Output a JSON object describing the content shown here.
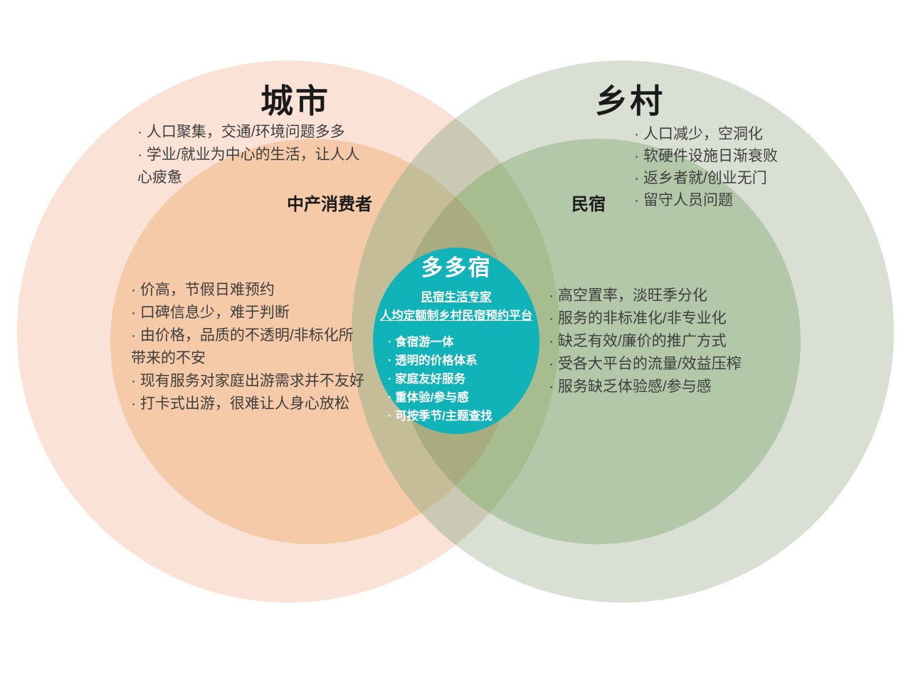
{
  "colors": {
    "background": "#FFFFFF",
    "outer_left": "#FAE3D6",
    "outer_right": "#D9E0D3",
    "outer_overlap": "#C9C9B4",
    "inner_left": "#F5CAA8",
    "inner_right": "#B2C8A8",
    "inner_left_on_green": "#C5BD97",
    "inner_right_on_peach": "#A8BD8F",
    "inner_overlap": "#A9AC7E",
    "center_teal": "#0FB3B8",
    "title_text": "#1A1A1A",
    "body_text": "#3E3E3E",
    "center_text": "#FFFFFF"
  },
  "left_circle": {
    "title": "城市",
    "top_bullets": [
      "· 人口聚集，交通/环境问题多多",
      "· 学业/就业为中心的生活，让人人",
      "心疲惫"
    ],
    "inner_label": "中产消费者",
    "inner_bullets": [
      "· 价高，节假日难预约",
      "· 口碑信息少，难于判断",
      "· 由价格，品质的不透明/非标化所",
      "带来的不安",
      "· 现有服务对家庭出游需求并不友好",
      "· 打卡式出游，很难让人身心放松"
    ]
  },
  "right_circle": {
    "title": "乡村",
    "top_bullets": [
      "· 人口减少，空洞化",
      "· 软硬件设施日渐衰败",
      "· 返乡者就/创业无门",
      "· 留守人员问题"
    ],
    "inner_label": "民宿",
    "inner_bullets": [
      "· 高空置率，淡旺季分化",
      "· 服务的非标准化/非专业化",
      "· 缺乏有效/廉价的推广方式",
      "· 受各大平台的流量/效益压榨",
      "· 服务缺乏体验感/参与感"
    ]
  },
  "center": {
    "title": "多多宿",
    "taglines": [
      "民宿生活专家",
      "人均定额制乡村民宿预约平台"
    ],
    "features": [
      "· 食宿游一体",
      "· 透明的价格体系",
      "· 家庭友好服务",
      "· 重体验/参与感",
      "· 可按季节/主题查找"
    ]
  }
}
